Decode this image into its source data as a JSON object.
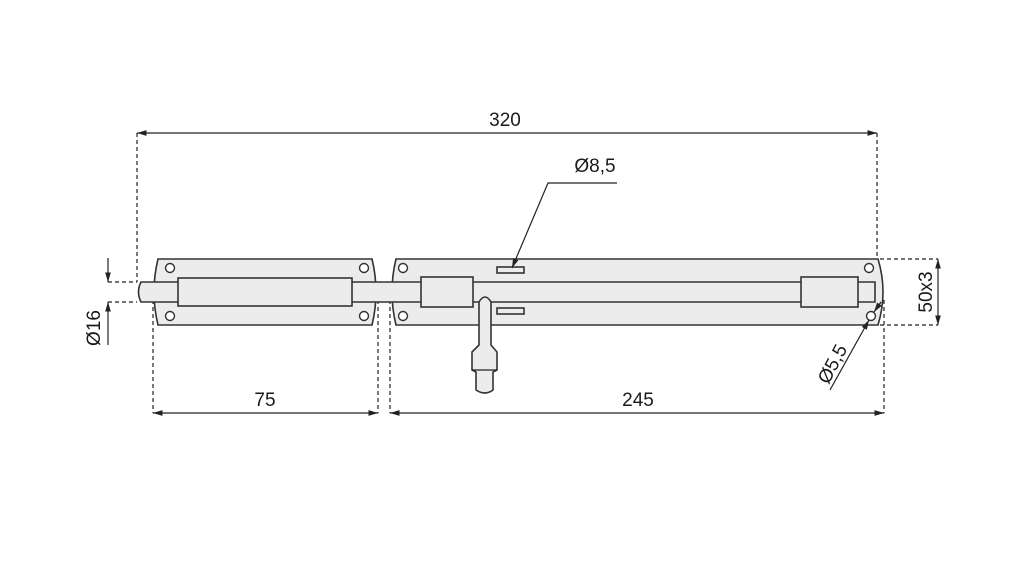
{
  "drawing": {
    "overall_length": "320",
    "bolt_diameter": "Ø16",
    "handle_diameter": "Ø8,5",
    "left_plate_length": "75",
    "right_plate_length": "245",
    "plate_section": "50x3",
    "hole_diameter": "Ø5,5"
  }
}
